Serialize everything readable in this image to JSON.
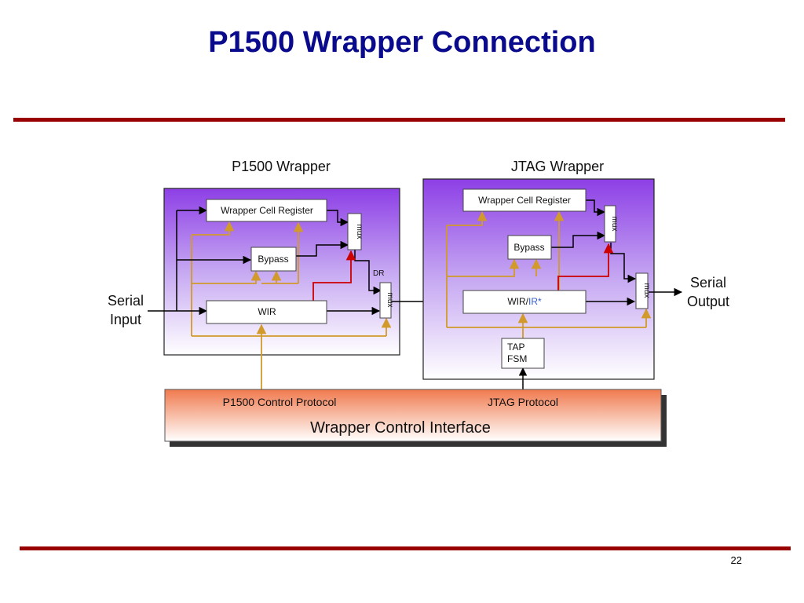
{
  "slide": {
    "title": "P1500 Wrapper Connection",
    "page_number": "22"
  },
  "diagram": {
    "p1500_wrapper": {
      "title": "P1500 Wrapper",
      "wrapper_cell_register": "Wrapper Cell Register",
      "bypass": "Bypass",
      "wir": "WIR",
      "mux_top": "mux",
      "mux_output": "mux",
      "dr_label": "DR"
    },
    "jtag_wrapper": {
      "title": "JTAG Wrapper",
      "wrapper_cell_register": "Wrapper Cell Register",
      "bypass": "Bypass",
      "wir_prefix": "WIR/",
      "ir_label": "IR*",
      "mux_top": "mux",
      "mux_output": "mux",
      "tap_fsm_line1": "TAP",
      "tap_fsm_line2": "FSM"
    },
    "serial_input": {
      "line1": "Serial",
      "line2": "Input"
    },
    "serial_output": {
      "line1": "Serial",
      "line2": "Output"
    },
    "control_interface": {
      "p1500_protocol": "P1500 Control Protocol",
      "jtag_protocol": "JTAG Protocol",
      "name": "Wrapper Control Interface"
    },
    "colors": {
      "title_blue": "#0a0a8c",
      "rule_red": "#990000",
      "control_line": "#d19a2a",
      "red_line": "#cc0000",
      "ir_blue": "#3a5fcd"
    }
  }
}
